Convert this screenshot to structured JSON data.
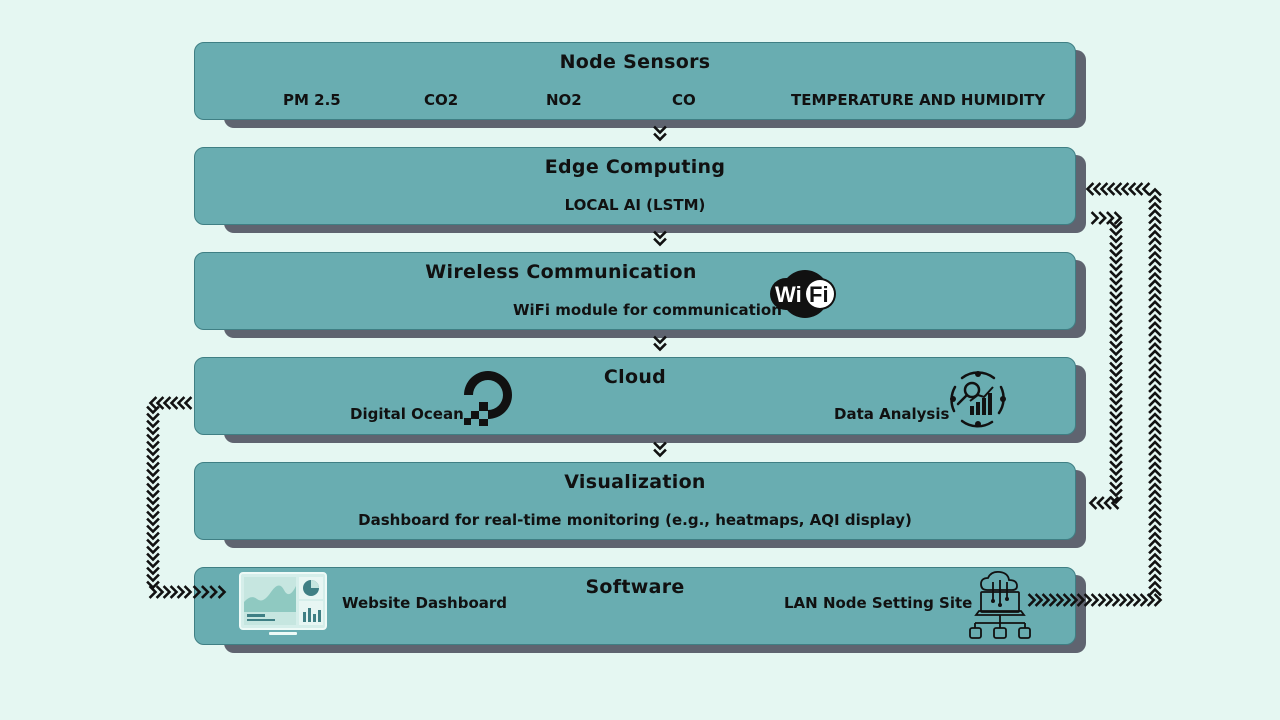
{
  "layers": {
    "sensors": {
      "title": "Node Sensors",
      "items": [
        "PM 2.5",
        "CO2",
        "NO2",
        "CO",
        "TEMPERATURE AND HUMIDITY"
      ]
    },
    "edge": {
      "title": "Edge Computing",
      "subtitle": "LOCAL AI (LSTM)"
    },
    "wireless": {
      "title": "Wireless Communication",
      "subtitle": "WiFi module for communication",
      "badge": "WiFi"
    },
    "cloud": {
      "title": "Cloud",
      "left_label": "Digital Ocean",
      "right_label": "Data Analysis"
    },
    "visualization": {
      "title": "Visualization",
      "subtitle": "Dashboard for real-time monitoring (e.g., heatmaps, AQI display)"
    },
    "software": {
      "title": "Software",
      "left_label": "Website Dashboard",
      "right_label": "LAN Node Setting Site"
    }
  },
  "colors": {
    "background": "#e5f7f2",
    "box_fill": "#69adb1",
    "box_border": "#3f7f84",
    "box_shadow": "#5f6470",
    "arrow": "#111111"
  },
  "icons": [
    "wifi-icon",
    "digital-ocean-logo-icon",
    "data-analysis-icon",
    "dashboard-monitor-icon",
    "cloud-network-icon"
  ]
}
